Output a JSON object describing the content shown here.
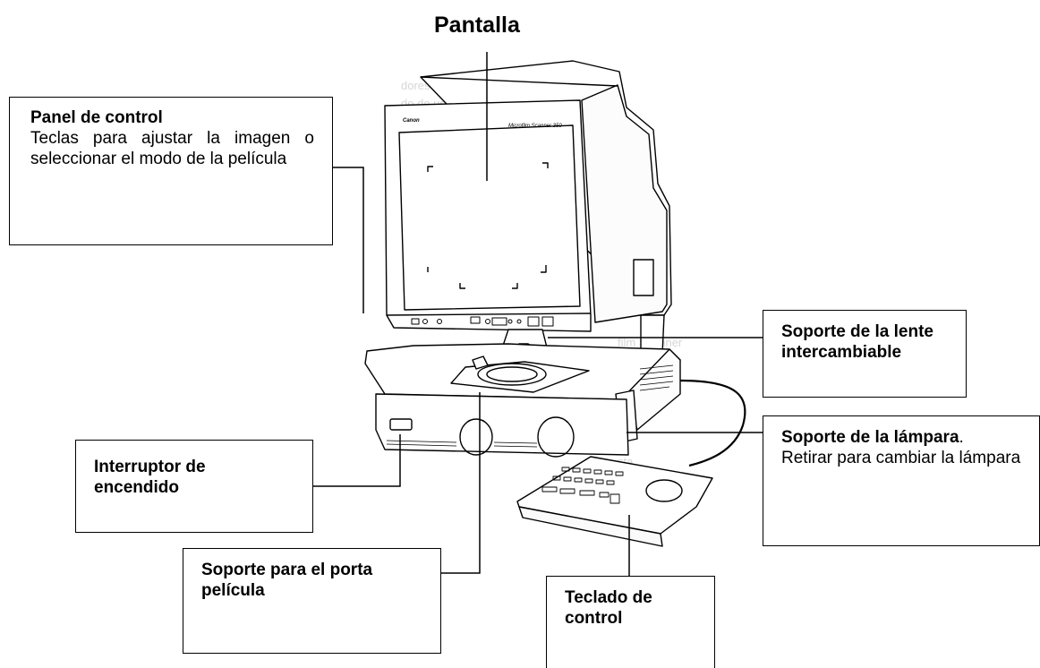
{
  "title": "Pantalla",
  "device": {
    "brand": "Canon",
    "model": "Microfilm Scanner 350"
  },
  "callouts": {
    "panel_control": {
      "title": "Panel de control",
      "desc": "Teclas para ajustar la imagen o seleccionar el modo de la película"
    },
    "lente": {
      "title": "Soporte de la lente intercambiable"
    },
    "lampara": {
      "title": "Soporte de la lámpara",
      "title_suffix": ".",
      "desc": "Retirar para cambiar la lámpara"
    },
    "interruptor": {
      "title": "Interruptor de encendido"
    },
    "porta": {
      "title": "Soporte para el porta película"
    },
    "teclado": {
      "title": "Teclado de control"
    }
  }
}
